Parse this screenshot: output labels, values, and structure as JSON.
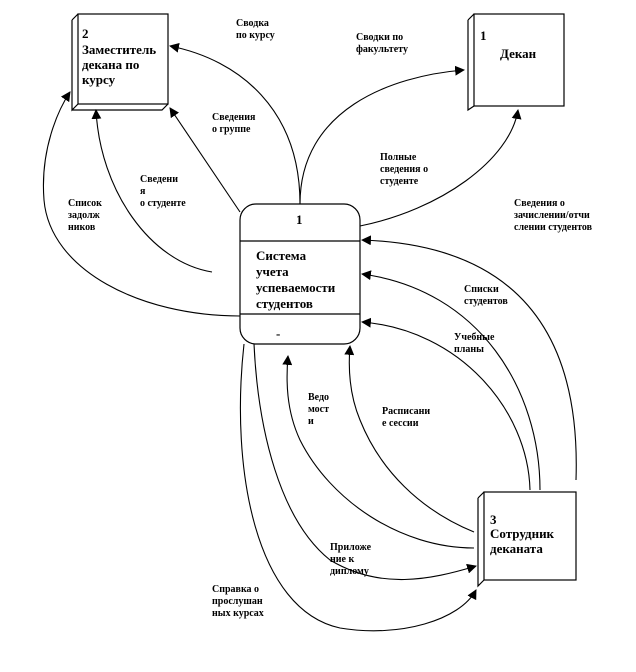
{
  "entities": {
    "deputy": {
      "number": "2",
      "name": "Заместитель\nдекана по\nкурсу"
    },
    "dean": {
      "number": "1",
      "name": "Декан"
    },
    "staff": {
      "number": "3",
      "name": "Сотрудник\nдеканата"
    }
  },
  "process": {
    "number": "1",
    "title": "Система\nучета\nуспеваемости\nстудентов",
    "footer": "-"
  },
  "flows": {
    "course_summary": "Сводка\nпо курсу",
    "faculty_summary": "Сводки по\nфакультету",
    "group_info": "Сведения\nо группе",
    "student_info_deputy": "Сведени\nя\nо студенте",
    "debtors_list": "Список\nзадолж\nников",
    "full_student_info": "Полные\nсведения о\nстуденте",
    "enrollment_info": "Сведения о\nзачислении/отчи\nслении студентов",
    "student_lists": "Списки\nстудентов",
    "curricula": "Учебные\nпланы",
    "statements": "Ведо\nмост\nи",
    "session_schedule": "Расписани\nе сессии",
    "diploma_supplement": "Приложе\nние к\nдиплому",
    "courses_certificate": "Справка о\nпрослушан\nных курсах"
  }
}
